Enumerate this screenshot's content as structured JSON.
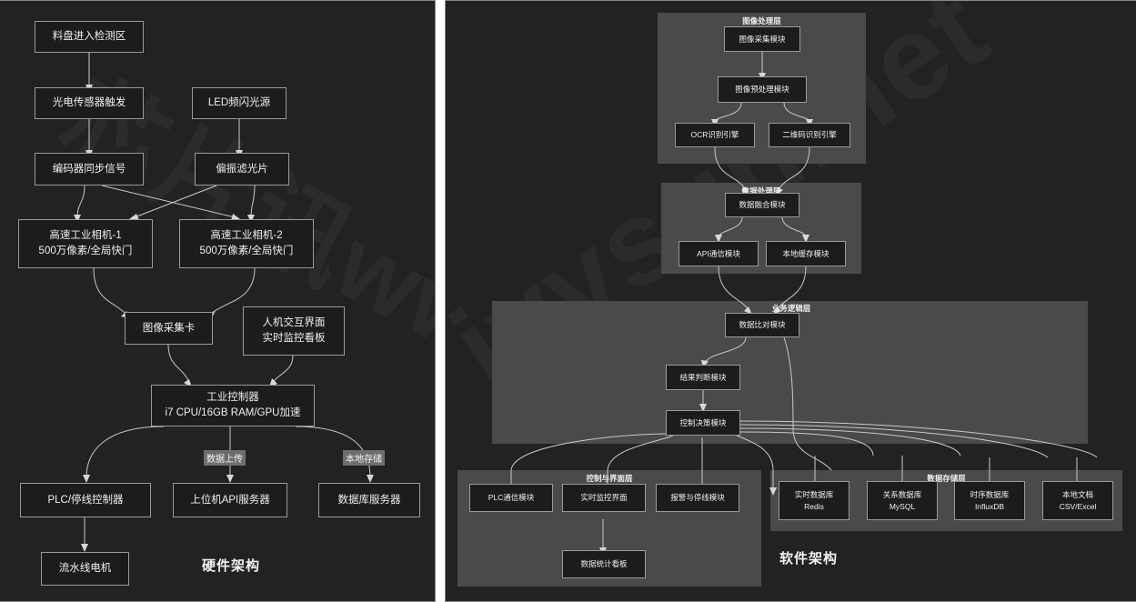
{
  "page": {
    "background": "#ffffff",
    "panel_bg": "#222222",
    "node_bg": "#1c1c1c",
    "node_border": "#9a9a9a",
    "layer_bg": "#4a4a4a",
    "edge_color": "#c9c9c9",
    "text_color": "#f0f0f0"
  },
  "watermark": {
    "left": "芯片讯www.",
    "right": "ivvsun.net"
  },
  "hardware": {
    "title": "硬件架构",
    "nodes": {
      "tray_enter": {
        "l1": "料盘进入检测区"
      },
      "photo_sensor": {
        "l1": "光电传感器触发"
      },
      "led_strobe": {
        "l1": "LED频闪光源"
      },
      "encoder_sync": {
        "l1": "编码器同步信号"
      },
      "polarizer": {
        "l1": "偏振滤光片"
      },
      "camera1": {
        "l1": "高速工业相机-1",
        "l2": "500万像素/全局快门"
      },
      "camera2": {
        "l1": "高速工业相机-2",
        "l2": "500万像素/全局快门"
      },
      "frame_grabber": {
        "l1": "图像采集卡"
      },
      "hmi": {
        "l1": "人机交互界面",
        "l2": "实时监控看板"
      },
      "controller": {
        "l1": "工业控制器",
        "l2": "i7 CPU/16GB RAM/GPU加速"
      },
      "plc": {
        "l1": "PLC/停线控制器"
      },
      "api_server": {
        "l1": "上位机API服务器"
      },
      "db_server": {
        "l1": "数据库服务器"
      },
      "line_motor": {
        "l1": "流水线电机"
      }
    },
    "edge_labels": {
      "upload": "数据上传",
      "local_storage": "本地存储"
    }
  },
  "software": {
    "title": "软件架构",
    "layers": {
      "image_processing": "图像处理层",
      "data_processing": "数据处理层",
      "business_logic": "业务逻辑层",
      "control_ui": "控制与界面层",
      "data_storage": "数据存储层"
    },
    "nodes": {
      "image_capture": {
        "l1": "图像采集模块"
      },
      "image_preprocess": {
        "l1": "图像预处理模块"
      },
      "ocr_engine": {
        "l1": "OCR识别引擎"
      },
      "qr_engine": {
        "l1": "二维码识别引擎"
      },
      "data_fusion": {
        "l1": "数据融合模块"
      },
      "api_comm": {
        "l1": "API通信模块"
      },
      "local_cache": {
        "l1": "本地缓存模块"
      },
      "data_compare": {
        "l1": "数据比对模块"
      },
      "result_judge": {
        "l1": "结果判断模块"
      },
      "control_decision": {
        "l1": "控制决策模块"
      },
      "plc_comm": {
        "l1": "PLC通信模块"
      },
      "realtime_ui": {
        "l1": "实时监控界面"
      },
      "alarm_stop": {
        "l1": "报警与停线模块"
      },
      "stats_board": {
        "l1": "数据统计看板"
      },
      "redis": {
        "l1": "实时数据库",
        "l2": "Redis"
      },
      "mysql": {
        "l1": "关系数据库",
        "l2": "MySQL"
      },
      "influxdb": {
        "l1": "时序数据库",
        "l2": "InfluxDB"
      },
      "local_file": {
        "l1": "本地文档",
        "l2": "CSV/Excel"
      }
    }
  }
}
